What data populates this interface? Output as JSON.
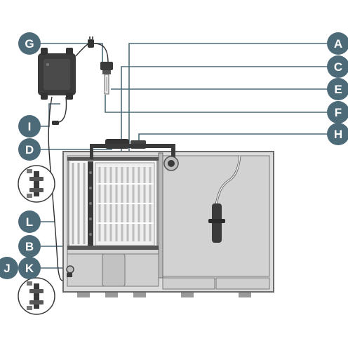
{
  "colors": {
    "badge": "#4d6a78",
    "leader": "#4d6a78",
    "tank_outline": "#6b6b6b",
    "tank_fill": "#d7d7d7",
    "device_dark": "#3a3a3a"
  },
  "callouts": {
    "A": {
      "letter": "A"
    },
    "B": {
      "letter": "B"
    },
    "C": {
      "letter": "C"
    },
    "D": {
      "letter": "D"
    },
    "E": {
      "letter": "E"
    },
    "F": {
      "letter": "F"
    },
    "G": {
      "letter": "G"
    },
    "H": {
      "letter": "H"
    },
    "I": {
      "letter": "I"
    },
    "J": {
      "letter": "J"
    },
    "K": {
      "letter": "K"
    },
    "L": {
      "letter": "L"
    }
  },
  "icons": [
    "controller-box-icon",
    "plug-icon",
    "probe-icon",
    "valve-icon",
    "heater-icon",
    "outlet-fitting-icon"
  ]
}
